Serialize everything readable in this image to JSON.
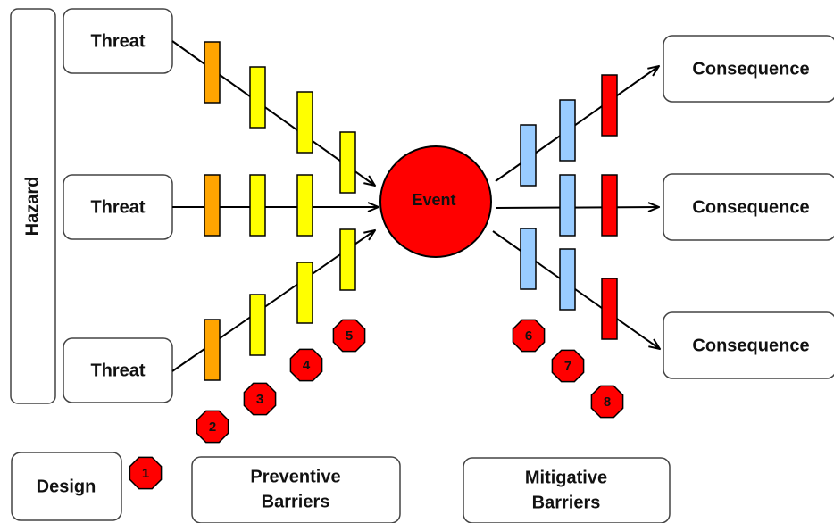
{
  "hazard": {
    "label": "Hazard"
  },
  "threats": [
    {
      "label": "Threat"
    },
    {
      "label": "Threat"
    },
    {
      "label": "Threat"
    }
  ],
  "event": {
    "label": "Event"
  },
  "consequences": [
    {
      "label": "Consequence"
    },
    {
      "label": "Consequence"
    },
    {
      "label": "Consequence"
    }
  ],
  "legend": {
    "design": {
      "label": "Design",
      "number": "1"
    },
    "preventive": {
      "line1": "Preventive",
      "line2": "Barriers"
    },
    "mitigative": {
      "line1": "Mitigative",
      "line2": "Barriers"
    }
  },
  "barrier_numbers": [
    "2",
    "3",
    "4",
    "5",
    "6",
    "7",
    "8"
  ],
  "colors": {
    "event_fill": "#ff0000",
    "orange_barrier": "#ffa500",
    "yellow_barrier": "#ffff00",
    "blue_barrier": "#99ccff",
    "red_barrier": "#ff0000",
    "marker_red": "#ff0000"
  }
}
